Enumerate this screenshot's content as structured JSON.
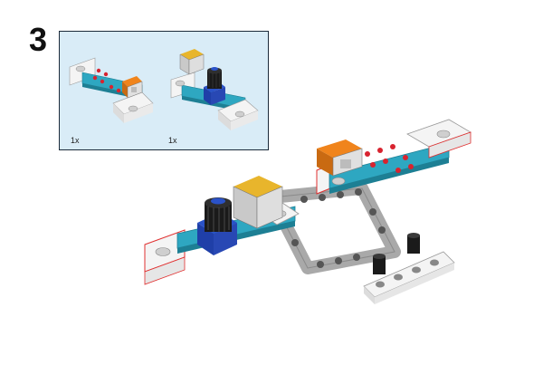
{
  "step": {
    "number": "3"
  },
  "parts_list": {
    "items": [
      {
        "name": "rj11-module-block",
        "quantity": "1x"
      },
      {
        "name": "knob-potentiometer-module",
        "quantity": "1x"
      }
    ]
  },
  "colors": {
    "panel_background": "#d9ecf7",
    "panel_border": "#1b2a3a",
    "module_board": "#2ea7c1",
    "white_block": "#f4f4f4",
    "port_orange": "#f0841c",
    "port_yellow": "#e8b52c",
    "knob_blue": "#1f3fa8",
    "knob_black": "#1a1a1a",
    "frame_gray": "#a9a9a9",
    "pin_red": "#d8232f",
    "outline_red": "#e03030"
  }
}
